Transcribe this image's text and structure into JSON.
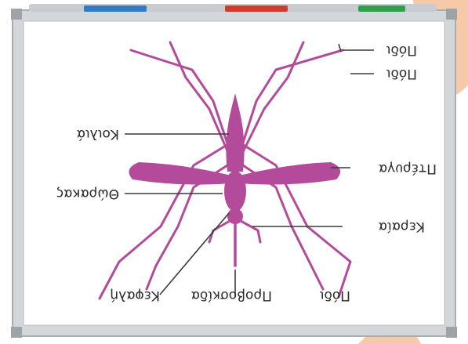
{
  "labels": {
    "foot_left": "Πόδι",
    "proboscis": "Προβοσκίδα",
    "head": "Κεφαλή",
    "antenna": "Κεραία",
    "thorax": "Θώρακας",
    "wing": "Πτέρυγα",
    "abdomen": "Κοιλιά",
    "leg_mid": "Πόδι",
    "leg_top": "Πόδι"
  },
  "colors": {
    "body": "#B44A9A",
    "board_frame": "#C8CCD0",
    "board_surface": "#FFFFFF",
    "marker_blue": "#2F7CC8",
    "marker_red": "#D23A2A",
    "marker_green": "#2EA24B"
  }
}
